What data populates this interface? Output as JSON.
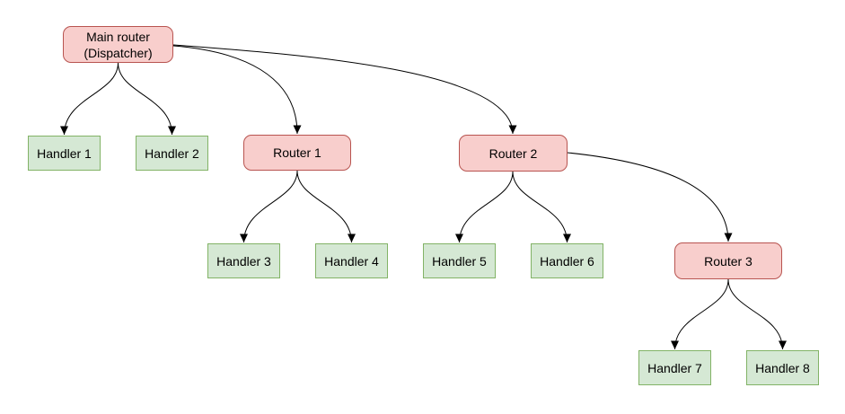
{
  "colors": {
    "background": "#ffffff",
    "router_fill": "#f8cecc",
    "router_stroke": "#b85450",
    "handler_fill": "#d5e8d4",
    "handler_stroke": "#82b366",
    "edge": "#000000",
    "text": "#000000"
  },
  "nodes": {
    "main_router": {
      "label": "Main router\n(Dispatcher)",
      "type": "router"
    },
    "handler_1": {
      "label": "Handler 1",
      "type": "handler"
    },
    "handler_2": {
      "label": "Handler 2",
      "type": "handler"
    },
    "router_1": {
      "label": "Router 1",
      "type": "router"
    },
    "handler_3": {
      "label": "Handler 3",
      "type": "handler"
    },
    "handler_4": {
      "label": "Handler 4",
      "type": "handler"
    },
    "router_2": {
      "label": "Router 2",
      "type": "router"
    },
    "handler_5": {
      "label": "Handler 5",
      "type": "handler"
    },
    "handler_6": {
      "label": "Handler 6",
      "type": "handler"
    },
    "router_3": {
      "label": "Router 3",
      "type": "router"
    },
    "handler_7": {
      "label": "Handler 7",
      "type": "handler"
    },
    "handler_8": {
      "label": "Handler 8",
      "type": "handler"
    }
  },
  "edges": [
    {
      "from": "main_router",
      "to": "handler_1"
    },
    {
      "from": "main_router",
      "to": "handler_2"
    },
    {
      "from": "main_router",
      "to": "router_1"
    },
    {
      "from": "main_router",
      "to": "router_2"
    },
    {
      "from": "router_1",
      "to": "handler_3"
    },
    {
      "from": "router_1",
      "to": "handler_4"
    },
    {
      "from": "router_2",
      "to": "handler_5"
    },
    {
      "from": "router_2",
      "to": "handler_6"
    },
    {
      "from": "router_2",
      "to": "router_3"
    },
    {
      "from": "router_3",
      "to": "handler_7"
    },
    {
      "from": "router_3",
      "to": "handler_8"
    }
  ]
}
